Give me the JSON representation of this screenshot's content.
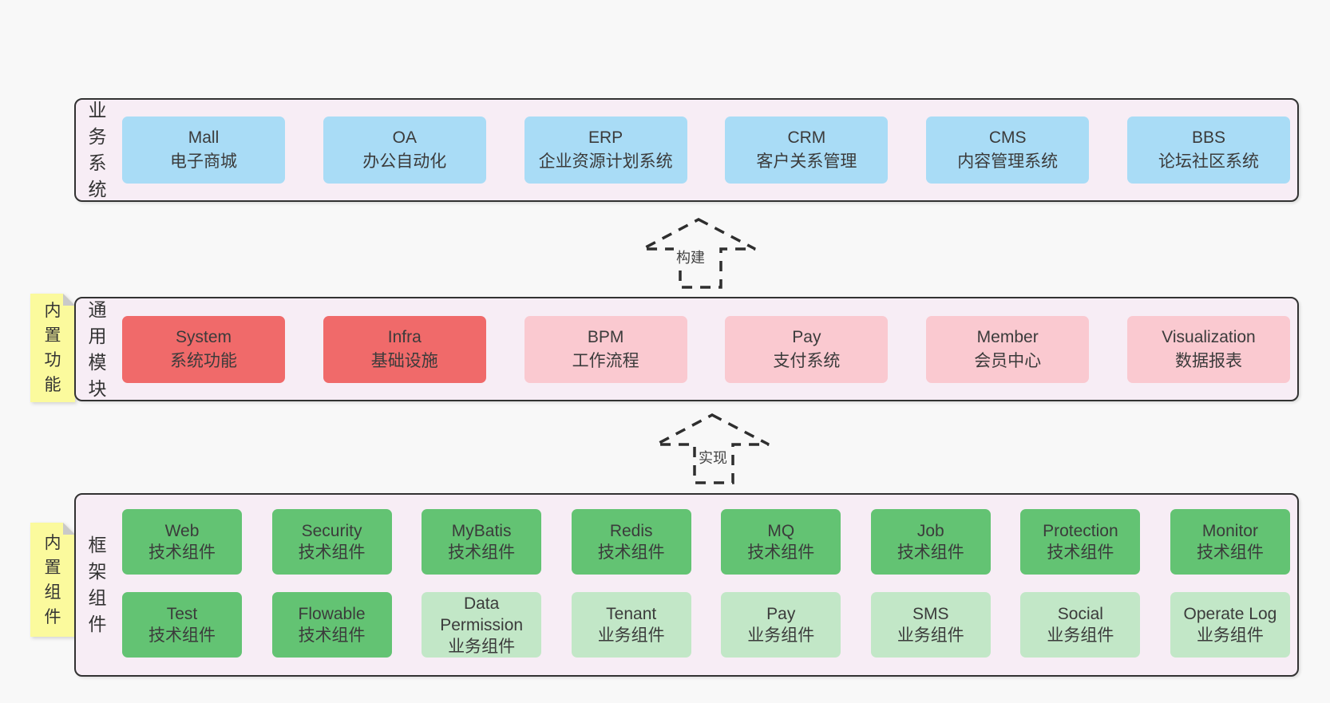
{
  "colors": {
    "pageBg": "#f8f8f8",
    "panelBg": "#f7edf5",
    "panelBorder": "#323232",
    "blue": "#a9dcf6",
    "red": "#f06a6a",
    "pink": "#fac9d0",
    "greenDark": "#63c373",
    "greenLight": "#c2e7c7",
    "noteYellow": "#fbfa9d",
    "noteFold": "#c9c9c9",
    "text": "#3b3b3b"
  },
  "arrows": {
    "build": "构建",
    "implement": "实现"
  },
  "sections": {
    "business": {
      "label": "业务系统",
      "boxes": [
        {
          "name": "Mall",
          "desc": "电子商城"
        },
        {
          "name": "OA",
          "desc": "办公自动化"
        },
        {
          "name": "ERP",
          "desc": "企业资源计划系统"
        },
        {
          "name": "CRM",
          "desc": "客户关系管理"
        },
        {
          "name": "CMS",
          "desc": "内容管理系统"
        },
        {
          "name": "BBS",
          "desc": "论坛社区系统"
        }
      ]
    },
    "modules": {
      "label": "通用模块",
      "note": "内置功能",
      "boxes": [
        {
          "name": "System",
          "desc": "系统功能",
          "variant": "red"
        },
        {
          "name": "Infra",
          "desc": "基础设施",
          "variant": "red"
        },
        {
          "name": "BPM",
          "desc": "工作流程",
          "variant": "pink"
        },
        {
          "name": "Pay",
          "desc": "支付系统",
          "variant": "pink"
        },
        {
          "name": "Member",
          "desc": "会员中心",
          "variant": "pink"
        },
        {
          "name": "Visualization",
          "desc": "数据报表",
          "variant": "pink"
        }
      ]
    },
    "components": {
      "label": "框架组件",
      "note": "内置组件",
      "row1": [
        {
          "name": "Web",
          "desc": "技术组件",
          "variant": "green-dark"
        },
        {
          "name": "Security",
          "desc": "技术组件",
          "variant": "green-dark"
        },
        {
          "name": "MyBatis",
          "desc": "技术组件",
          "variant": "green-dark"
        },
        {
          "name": "Redis",
          "desc": "技术组件",
          "variant": "green-dark"
        },
        {
          "name": "MQ",
          "desc": "技术组件",
          "variant": "green-dark"
        },
        {
          "name": "Job",
          "desc": "技术组件",
          "variant": "green-dark"
        },
        {
          "name": "Protection",
          "desc": "技术组件",
          "variant": "green-dark"
        },
        {
          "name": "Monitor",
          "desc": "技术组件",
          "variant": "green-dark"
        }
      ],
      "row2": [
        {
          "name": "Test",
          "desc": "技术组件",
          "variant": "green-dark"
        },
        {
          "name": "Flowable",
          "desc": "技术组件",
          "variant": "green-dark"
        },
        {
          "name": "Data Permission",
          "desc": "业务组件",
          "variant": "green-light"
        },
        {
          "name": "Tenant",
          "desc": "业务组件",
          "variant": "green-light"
        },
        {
          "name": "Pay",
          "desc": "业务组件",
          "variant": "green-light"
        },
        {
          "name": "SMS",
          "desc": "业务组件",
          "variant": "green-light"
        },
        {
          "name": "Social",
          "desc": "业务组件",
          "variant": "green-light"
        },
        {
          "name": "Operate Log",
          "desc": "业务组件",
          "variant": "green-light"
        }
      ]
    }
  }
}
